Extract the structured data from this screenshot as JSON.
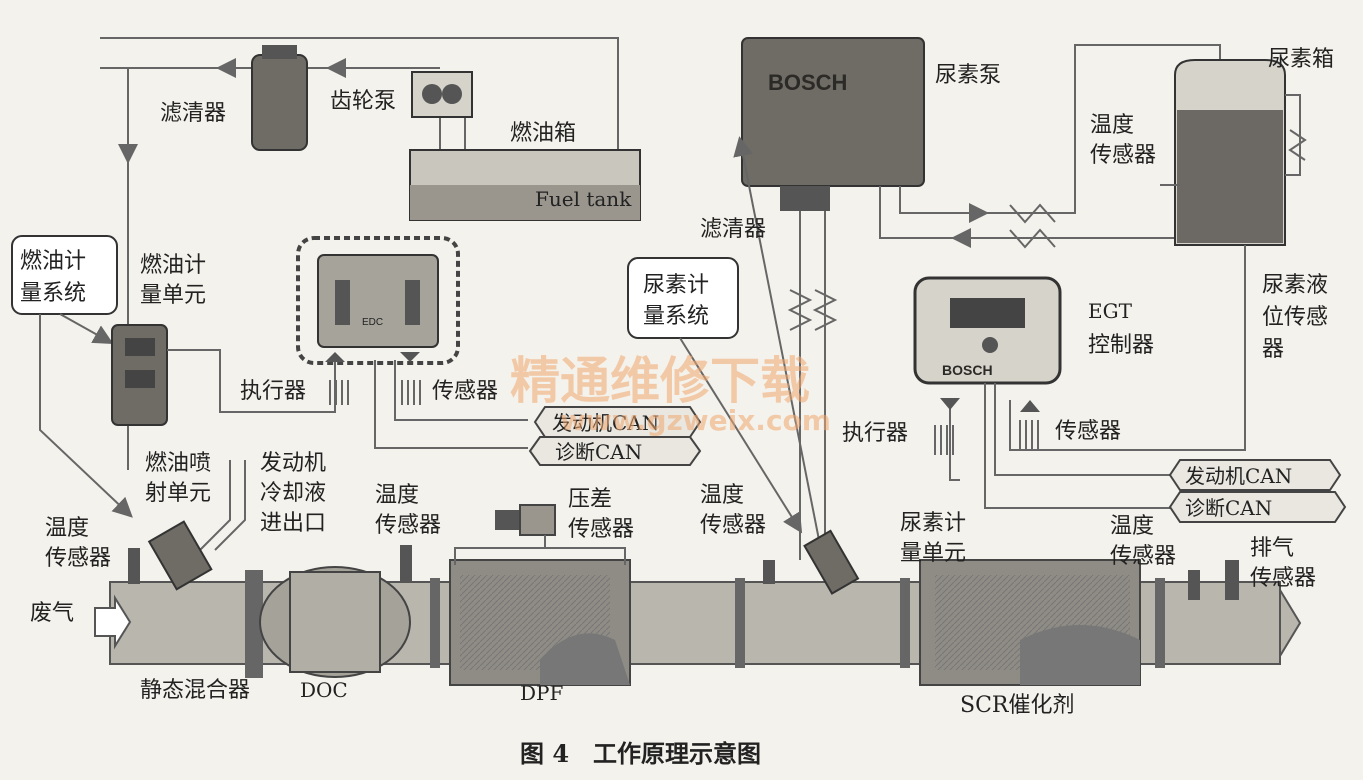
{
  "labels": {
    "filter_top": "滤清器",
    "gear_pump": "齿轮泵",
    "fuel_tank": "燃油箱",
    "fuel_tank_en": "Fuel tank",
    "fuel_meter_system_1": "燃油计",
    "fuel_meter_system_2": "量系统",
    "fuel_meter_unit_1": "燃油计",
    "fuel_meter_unit_2": "量单元",
    "actuator_left": "执行器",
    "sensor_left": "传感器",
    "engine_can_left": "发动机CAN",
    "diag_can_left": "诊断CAN",
    "fuel_injector_1": "燃油喷",
    "fuel_injector_2": "射单元",
    "coolant_1": "发动机",
    "coolant_2": "冷却液",
    "coolant_3": "进出口",
    "temp_sensor_1a": "温度",
    "temp_sensor_1b": "传感器",
    "exhaust_in": "废气",
    "static_mixer": "静态混合器",
    "doc": "DOC",
    "temp_sensor_2a": "温度",
    "temp_sensor_2b": "传感器",
    "dpf": "DPF",
    "diff_pressure_1": "压差",
    "diff_pressure_2": "传感器",
    "temp_sensor_3a": "温度",
    "temp_sensor_3b": "传感器",
    "urea_pump": "尿素泵",
    "bosch": "BOSCH",
    "filter_urea": "滤清器",
    "urea_meter_system_1": "尿素计",
    "urea_meter_system_2": "量系统",
    "urea_tank": "尿素箱",
    "temp_sensor_tank_a": "温度",
    "temp_sensor_tank_b": "传感器",
    "urea_level_1": "尿素液",
    "urea_level_2": "位传感",
    "urea_level_3": "器",
    "egt_1": "EGT",
    "egt_2": "控制器",
    "actuator_right": "执行器",
    "sensor_right": "传感器",
    "engine_can_right": "发动机CAN",
    "diag_can_right": "诊断CAN",
    "urea_meter_unit_1": "尿素计",
    "urea_meter_unit_2": "量单元",
    "temp_sensor_4a": "温度",
    "temp_sensor_4b": "传感器",
    "exhaust_sensor_1": "排气",
    "exhaust_sensor_2": "传感器",
    "scr": "SCR催化剂",
    "ecu_badge": "EDC"
  },
  "watermark": {
    "cn": "精通维修下载",
    "url": "www.gzweix.com"
  },
  "caption": "图 4　工作原理示意图"
}
